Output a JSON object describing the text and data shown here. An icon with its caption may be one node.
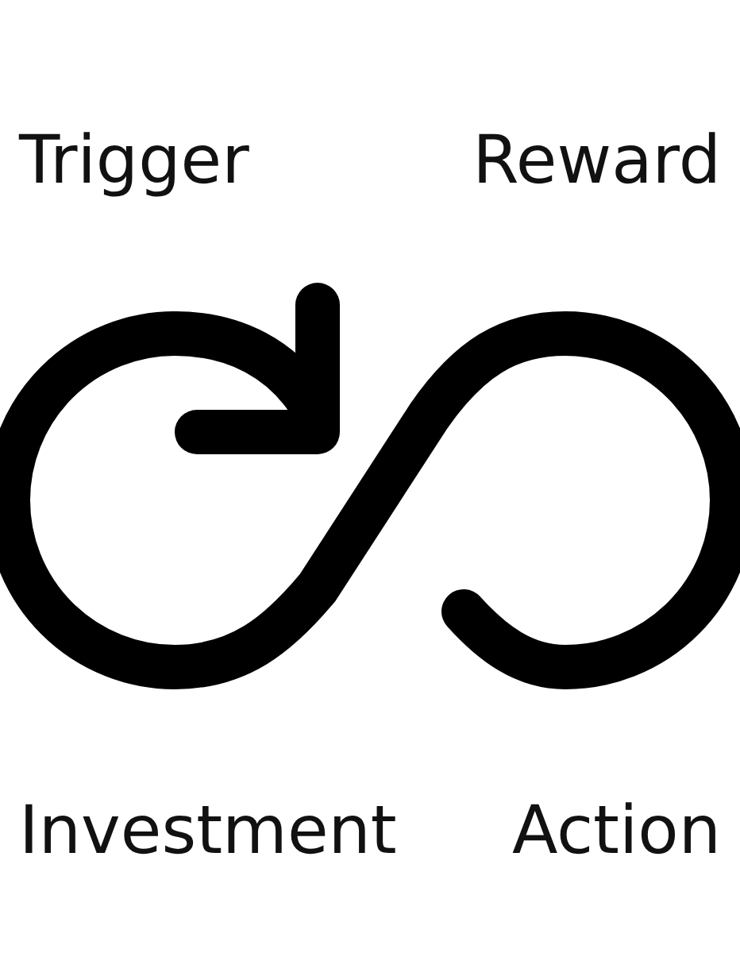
{
  "diagram": {
    "labels": [
      "Trigger",
      "Reward",
      "Investment",
      "Action"
    ]
  }
}
